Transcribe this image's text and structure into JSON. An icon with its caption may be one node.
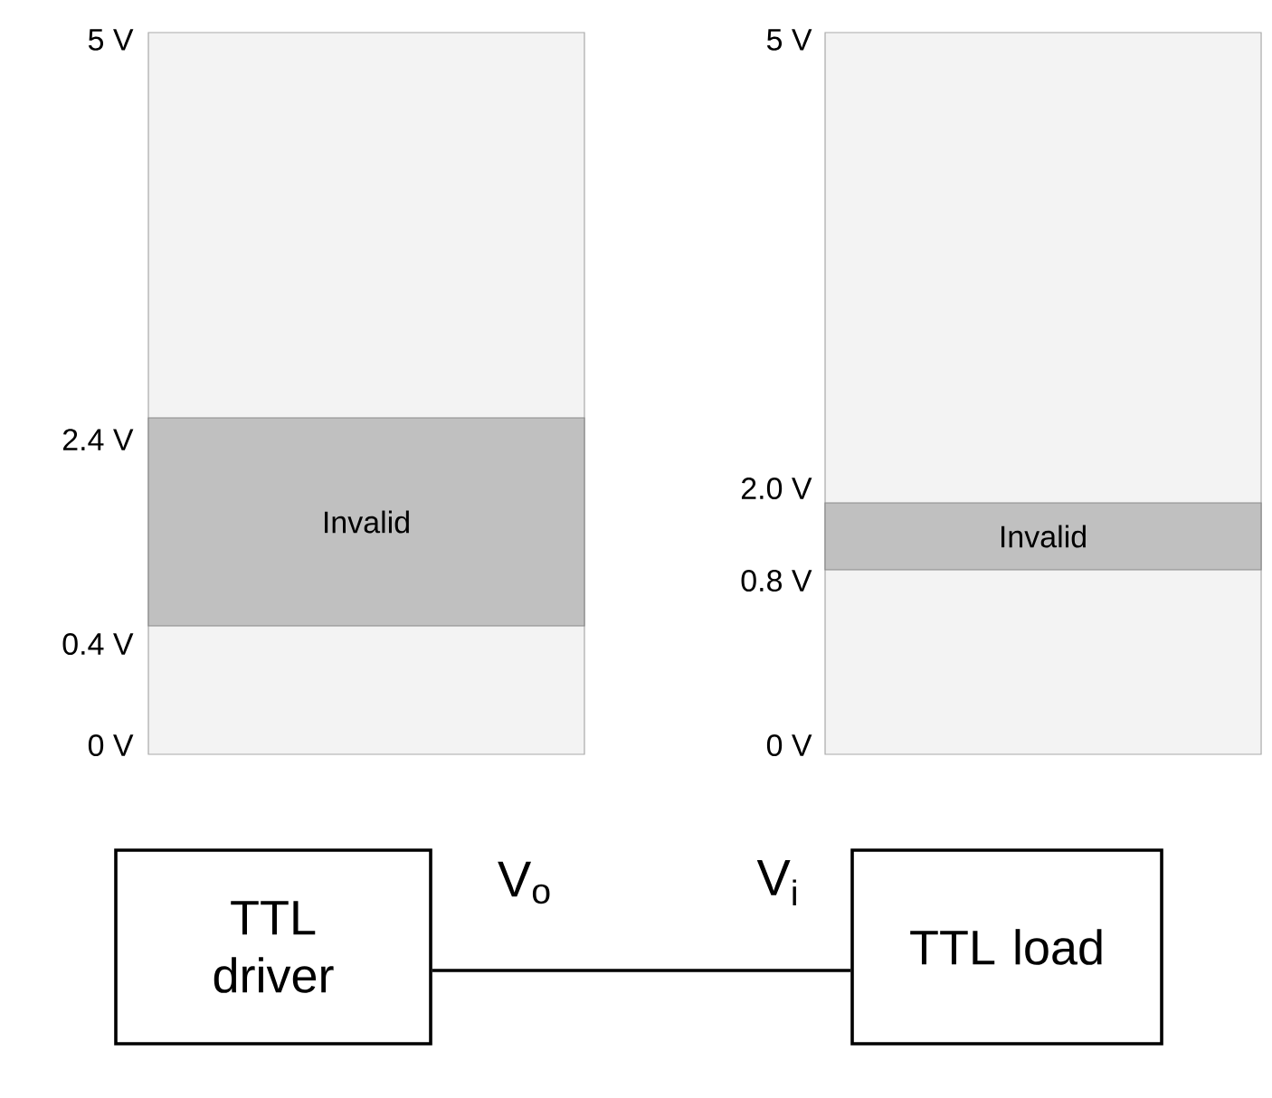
{
  "diagram": {
    "nodes": [
      {
        "text": [],
        "shape": "bar"
      },
      {
        "text": [
          "Invalid"
        ],
        "in": 0
      },
      {
        "text": [],
        "shape": "bar"
      },
      {
        "text": [
          "Invalid"
        ],
        "in": 2
      },
      {
        "text": [
          "TTL driver"
        ],
        "beside": [
          "V$_{o}$"
        ]
      },
      {
        "text": [
          "TTL load"
        ],
        "beside": [
          "V$_{i}$"
        ]
      }
    ],
    "edges": [
      {
        "from": 4,
        "to": 5,
        "arrow": "none"
      }
    ],
    "labels": [
      "5 V",
      "2.4 V",
      "0.4 V",
      "0 V",
      "5 V",
      "2.0 V",
      "0.8 V",
      "0 V"
    ]
  }
}
